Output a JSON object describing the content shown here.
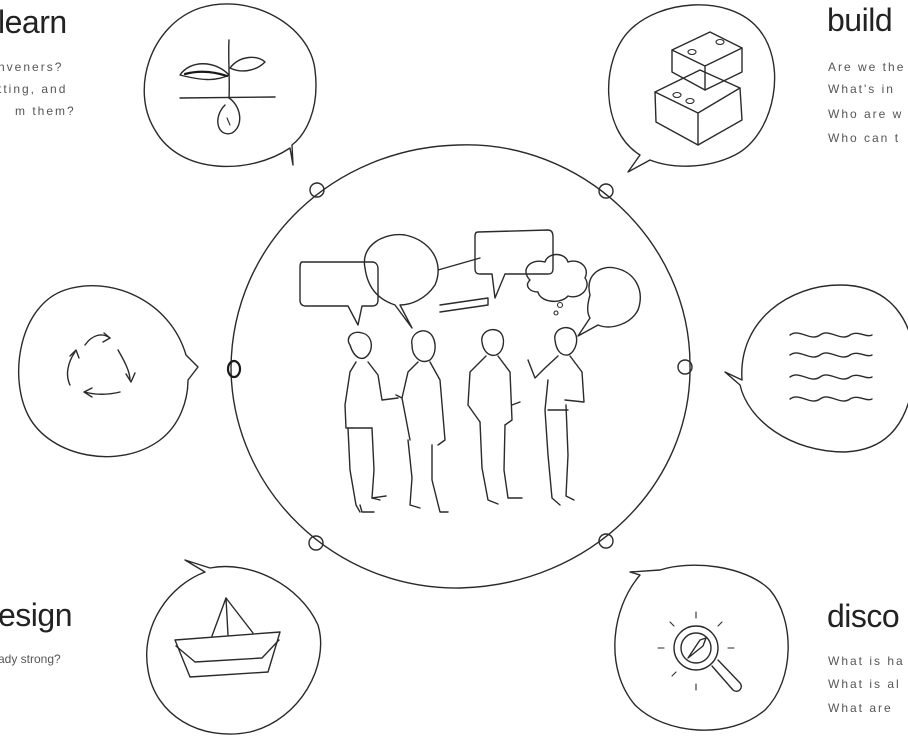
{
  "sections": {
    "learn": {
      "title": "learn",
      "lines": [
        "nveners?",
        "tting, and",
        "m them?"
      ]
    },
    "build": {
      "title": "build",
      "lines": [
        "Are we the",
        "What's in",
        "Who are w",
        "Who can t"
      ]
    },
    "design": {
      "title": "esign",
      "lines": [
        "ady strong?"
      ]
    },
    "discover": {
      "title": "disco",
      "lines": [
        "What is ha",
        "What is al",
        "What are"
      ]
    }
  },
  "icons": {
    "learn": "sprouting-seed-icon",
    "build": "building-blocks-icon",
    "recycle": "recycle-arrows-icon",
    "waves": "water-waves-icon",
    "design": "paper-boat-icon",
    "discover": "compass-magnifier-icon",
    "center": "people-conversation-icon"
  },
  "ink_color": "#2a2a2a"
}
